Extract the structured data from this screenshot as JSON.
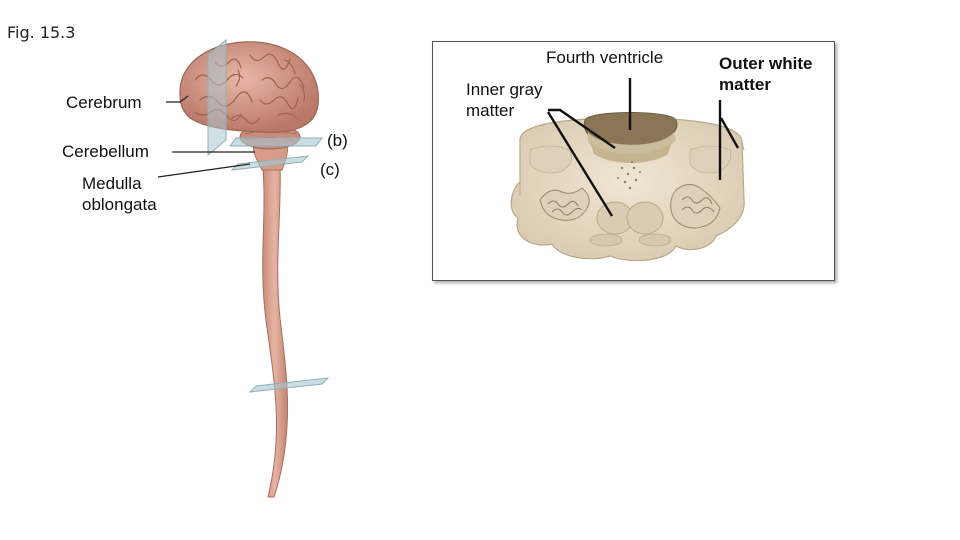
{
  "caption": "Fig. 15.3",
  "left_labels": {
    "cerebrum": "Cerebrum",
    "cerebellum": "Cerebellum",
    "medulla": "Medulla oblongata",
    "plane_b": "(b)",
    "plane_c": "(c)"
  },
  "section_labels": {
    "fourth_ventricle": "Fourth ventricle",
    "inner_gray": "Inner gray matter",
    "outer_white": "Outer white matter"
  },
  "colors": {
    "brain": "#d9a090",
    "brain_dark": "#b87565",
    "cord": "#d8a08c",
    "plane": "#a9c6cf",
    "section_white": "#ece2cf",
    "section_gray": "#cbbd9c",
    "ventricle": "#7d6a4c"
  }
}
